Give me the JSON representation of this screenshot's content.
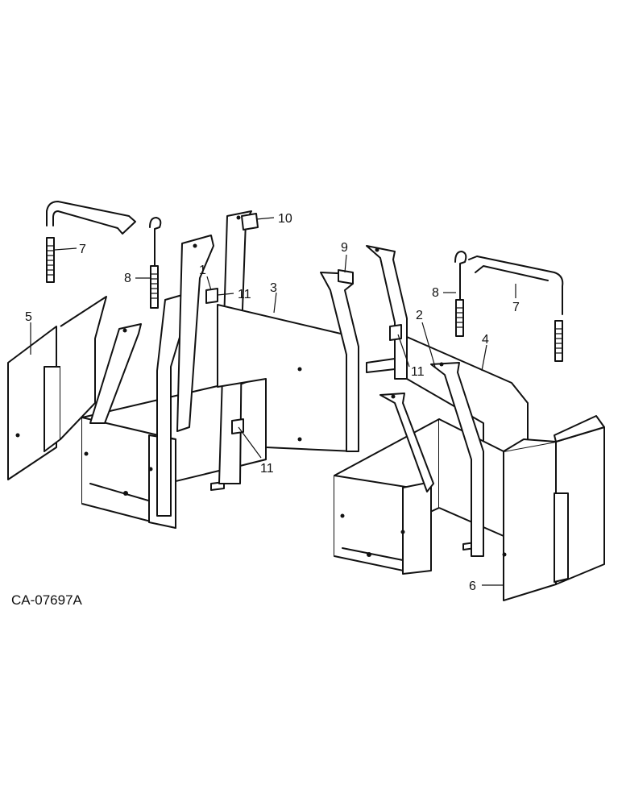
{
  "diagram": {
    "code": "CA-07697A",
    "callouts": {
      "c1": "1",
      "c2": "2",
      "c3": "3",
      "c4": "4",
      "c5": "5",
      "c6": "6",
      "c7_left": "7",
      "c7_right": "7",
      "c8_left": "8",
      "c8_right": "8",
      "c9": "9",
      "c10": "10",
      "c11_a": "11",
      "c11_b": "11",
      "c11_c": "11"
    }
  }
}
